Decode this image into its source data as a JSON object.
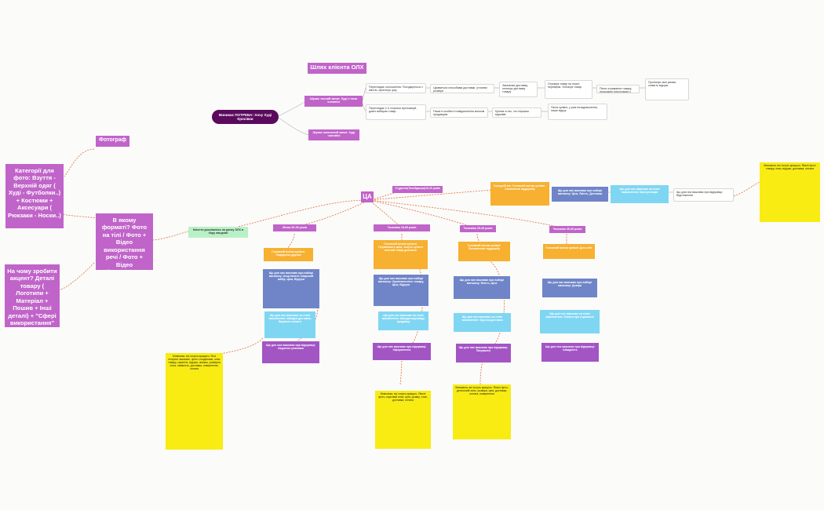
{
  "title": "Шлях клієнта ОЛХ",
  "center": "Виникає ПОТРЕБА: Хочу Худі Кросівки",
  "branches": {
    "exact": "Шукає точний запит. Худі з поза чоловічі",
    "general": "Шукає загальний запит. Худі чоловічі"
  },
  "flow_top": [
    "Переглядає оголошення. Погоджується з якістю, пропонує ціну",
    "Цікавиться способами доставки, уточнює розміри ",
    "Замовляє доставку, оплачує доставку товару",
    "Отримує товар на пошті, перевіряє. Оплачує товар",
    "Після отримання товару, проходить реєстрацію у",
    "Пропонує свої умови, ставить відгуки"
  ],
  "flow_bottom": [
    "Переглядає 2-3 сторінки пропозицій, довго вибирає товар",
    "Пише в особисті повідомлення кільком продавцям",
    "Купляє в тих, хто першим відповів",
    "Після купівлі, у разі незадоволення, пише відгук"
  ],
  "left_photographer": "Фотограф",
  "left_categories": "Категорії для фото: Взуття - Верхній одяг ( Худі - Футболки..) + Костюми + Аксесуари ( Рюкзаки - Носки..)",
  "left_format": "В якому форматі? Фото на тілі / Фото + Відео використання речі / Фото + Відео (Поєднання речей - луки)",
  "left_accent": "На чому зробити акцент? Деталі товару ( Логотипи + Матеріал + Пошив + Інші деталі) + \"Сфері використання\"",
  "ca_label": "ЦА",
  "ca_students": "Студенти(Тинейджери)16-20 років",
  "ca_women": "Жінки 20-35 років",
  "segments": [
    "Клієнти докупились на ринку ОЛХ в пору пандемії",
    "Чоловіки 18-30 років",
    "Чоловіки 25-35 років",
    "Чоловіки 35-45 років"
  ],
  "col1": {
    "orange": "Головний мотив купівлі: Подарунок друзям",
    "blue": "Що для них важливо при виборі магазину: Асортимент, Широкий вибір, Ціна, Відгуки",
    "cyan": "Що для них важливо на етапі замовлення: Швидка доставка, Варіанти оплати",
    "violet": "Що для них важливо при відправці: Акуратна упаковка",
    "yellow": "Мовчанка, всі хочуть кращого. Як в інтернет-магазині, фото з моделями, опис товару, гарантія, відгуки, знижки, розмірна сітка, наявність, доставка, повернення, оплата"
  },
  "col2": {
    "orange": "Головний мотив купівлі: Порівнюють ціни, хочуть купити якісний товар дешевше",
    "blue": "Що для них важливо при виборі магазину: Оригінальність товару, Ціна, Відгуки",
    "cyan": "Що для них важливо на етапі замовлення: Швидка відповідь продавця",
    "violet": "Що для них важливо при відправці: Оформлення",
    "yellow": "Мовчанка, всі хочуть кращого. Якісні фото, короткий опис, ціна, розмір, стан, доставка, оплата"
  },
  "col3": {
    "orange": "Головний мотив купівлі: Поповнення гардеробу",
    "blue": "Що для них важливо при виборі магазину: Якість, Ціна",
    "cyan": "Що для них важливо на етапі замовлення: Зручна доставка",
    "violet": "Що для них важливо при відправці: Пакування",
    "yellow": "Мовчанка, всі хочуть кращого. Якісні фото, детальний опис, розміри, ціна, доставка, оплата, повернення"
  },
  "col4": {
    "orange": "Головний мотив купівлі: Для себе",
    "blue": "Що для них важливо при виборі магазину: Довіра",
    "cyan": "Що для них важливо на етапі замовлення: Оплата при отриманні",
    "violet": "Що для них важливо при відправці: Швидкість"
  },
  "top_right": {
    "orange": "Середній вік: Головний мотив купівлі - Оновлення гардеробу",
    "blue": "Що для них важливо при виборі магазину: Ціна, Якість, Доставка",
    "cyan": "Що для них важливо на етапі замовлення: Консультація",
    "white": "Що для них важливо при відправці: Відстеження",
    "yellow": "Мовчанка, всі хочуть кращого. Якісні фото товару, опис, відгуки, доставка, оплата"
  },
  "colors": {
    "purple": "#c064c9",
    "dark": "#5b0a5e",
    "orange": "#f7b030",
    "blue": "#6f85c8",
    "cyan": "#7fd6f3",
    "violet": "#a355c4",
    "yellow": "#f8ec12",
    "connector": "#e0703a"
  }
}
